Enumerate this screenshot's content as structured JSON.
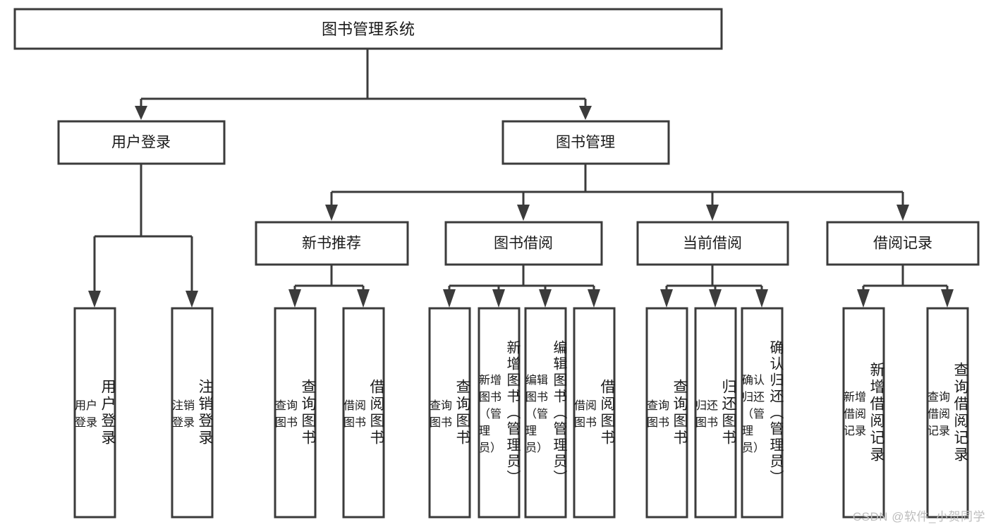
{
  "diagram": {
    "type": "tree-hierarchy",
    "title_node": {
      "label": "图书管理系统"
    },
    "level2": [
      {
        "label": "用户登录"
      },
      {
        "label": "图书管理"
      }
    ],
    "level3": [
      {
        "label": "新书推荐"
      },
      {
        "label": "图书借阅"
      },
      {
        "label": "当前借阅"
      },
      {
        "label": "借阅记录"
      }
    ],
    "leaves": {
      "user_login": [
        {
          "label": "用户登录"
        },
        {
          "label": "注销登录"
        }
      ],
      "new_book_recommend": [
        {
          "label": "查询图书"
        },
        {
          "label": "借阅图书"
        }
      ],
      "book_borrow": [
        {
          "label": "查询图书"
        },
        {
          "label": "新增图书（管理员）"
        },
        {
          "label": "编辑图书（管理员）"
        },
        {
          "label": "借阅图书"
        }
      ],
      "current_borrow": [
        {
          "label": "查询图书"
        },
        {
          "label": "归还图书"
        },
        {
          "label": "确认归还（管理员）"
        }
      ],
      "borrow_record": [
        {
          "label": "新增借阅记录"
        },
        {
          "label": "查询借阅记录"
        }
      ]
    }
  },
  "watermark": {
    "text": "CSDN @软件_小贺同学"
  },
  "colors": {
    "box_stroke": "#3b3b3b",
    "box_fill": "#ffffff",
    "text": "#1a1a1a",
    "watermark": "#bdbdbd"
  }
}
